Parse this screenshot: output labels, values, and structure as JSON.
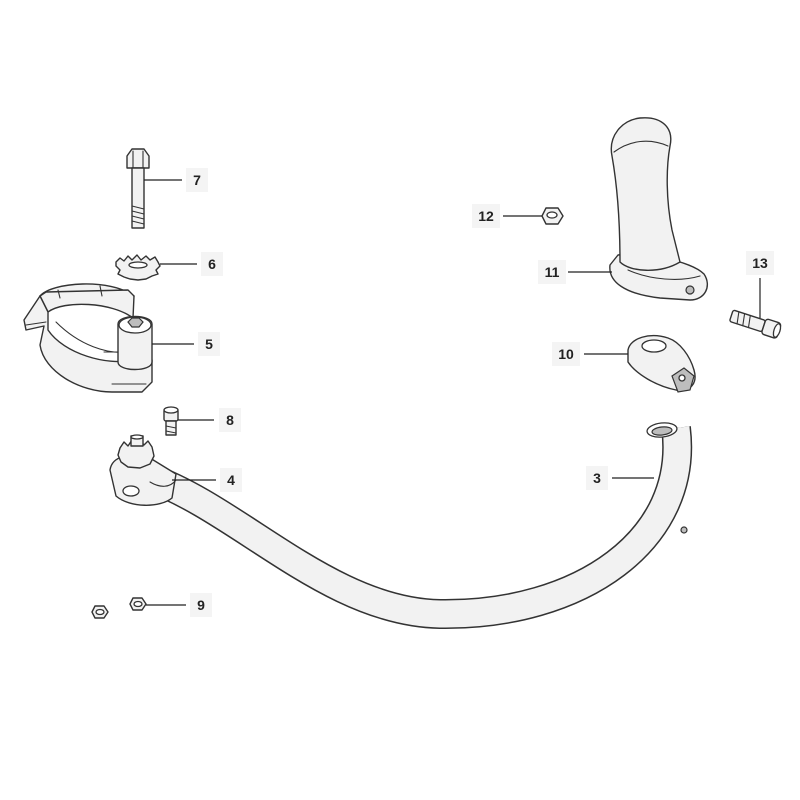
{
  "callouts": {
    "p3": "3",
    "p4": "4",
    "p5": "5",
    "p6": "6",
    "p7": "7",
    "p8": "8",
    "p9": "9",
    "p10": "10",
    "p11": "11",
    "p12": "12",
    "p13": "13"
  },
  "colors": {
    "line": "#333333",
    "part_fill": "#f2f2f2",
    "background": "#ffffff"
  }
}
